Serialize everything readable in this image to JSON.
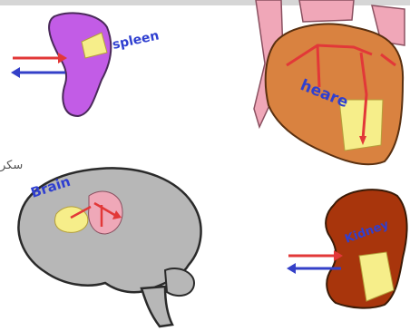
{
  "labels": {
    "spleen": "spleen",
    "heart": "heare",
    "brain": "Brain",
    "kidney": "Kidney",
    "side_text": "سکر"
  },
  "colors": {
    "spleen": "#c25ce6",
    "heart": "#d98240",
    "brain": "#b7b7b7",
    "kidney": "#a8350c",
    "highlight": "#f6ee8a",
    "arrow_red": "#e23838",
    "arrow_blue": "#3440c8",
    "label_blue": "#2f3fd0"
  },
  "icons": [
    "in-arrow-icon",
    "out-arrow-icon"
  ]
}
